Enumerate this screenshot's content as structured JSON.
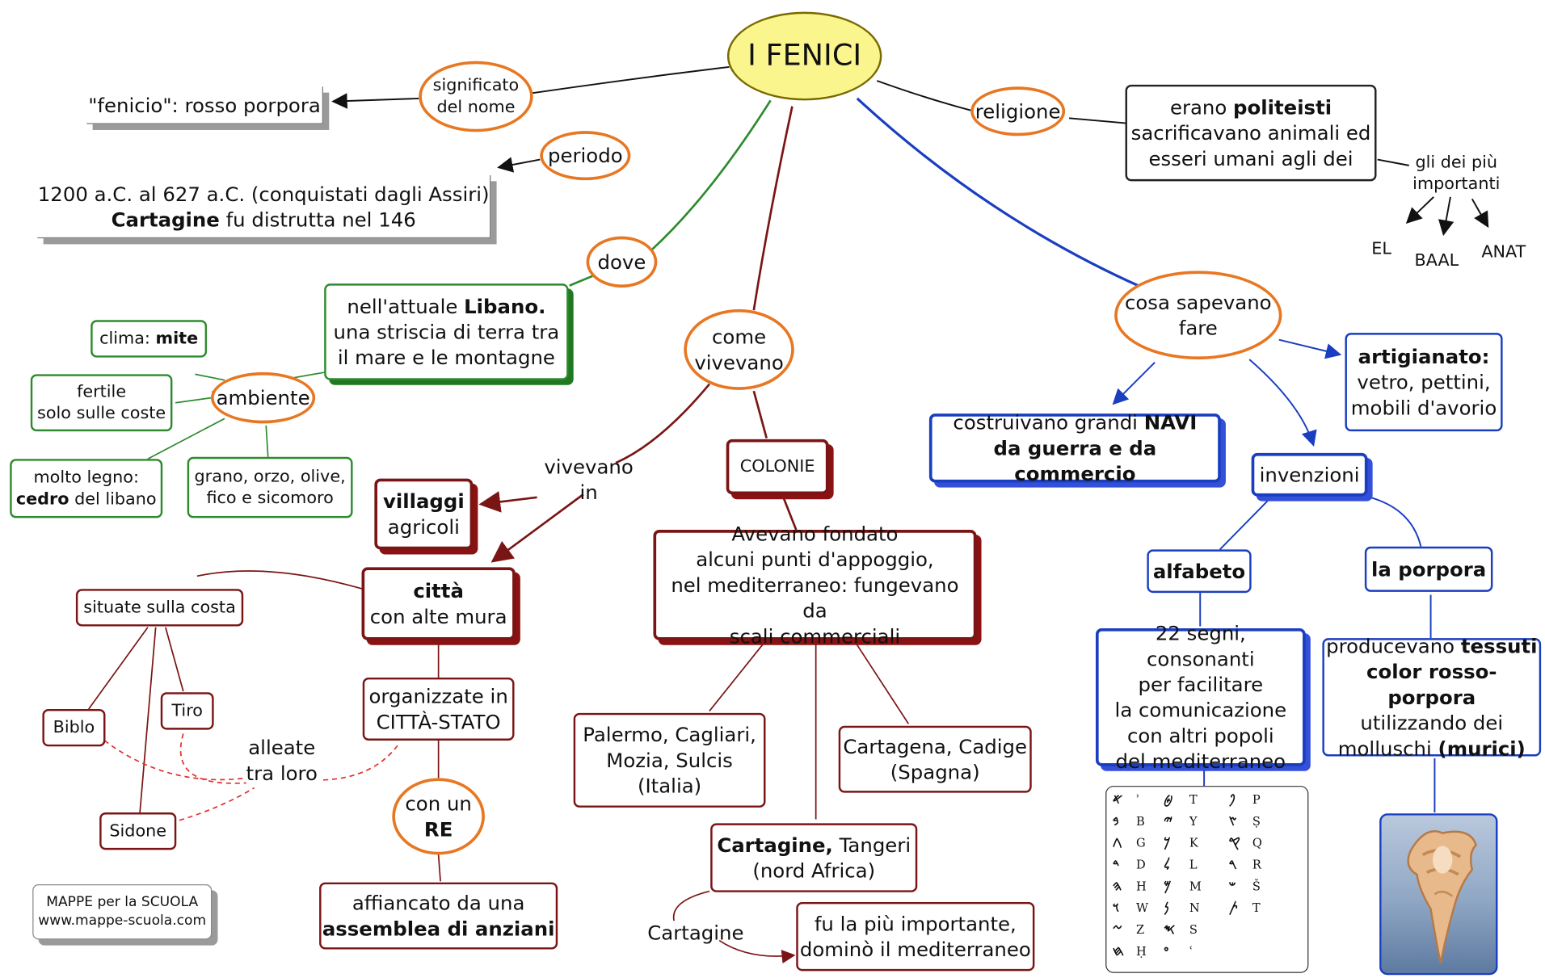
{
  "title": "I FENICI",
  "colors": {
    "title_fill": "#fbf58e",
    "oval_border": "#e87722",
    "red": "#7a1515",
    "green": "#2e8a2e",
    "blue": "#1a3ec0"
  },
  "branches": {
    "significato": {
      "label_1": "significato",
      "label_2": "del nome",
      "text": "\"fenicio\": rosso porpora"
    },
    "periodo": {
      "label": "periodo",
      "line_1": "1200 a.C.  al 627 a.C. (conquistati dagli Assiri)",
      "line_2_bold": "Cartagine",
      "line_2_rest": " fu distrutta nel 146"
    },
    "dove": {
      "label": "dove",
      "l1_pre": "nell'attuale ",
      "l1_bold": "Libano.",
      "l2": "una striscia di terra tra",
      "l3": "il mare e le montagne"
    },
    "ambiente": {
      "label": "ambiente",
      "clima_pre": "clima: ",
      "clima_bold": "mite",
      "fertile_1": "fertile",
      "fertile_2": "solo sulle coste",
      "legno_1": "molto legno:",
      "legno_bold": "cedro",
      "legno_rest": " del libano",
      "grano_1": "grano, orzo, olive,",
      "grano_2": "fico e sicomoro"
    },
    "religione": {
      "label": "religione",
      "l1_pre": "erano ",
      "l1_bold": "politeisti",
      "l2": "sacrificavano animali ed",
      "l3": "esseri umani agli dei",
      "dei_1": "gli dei più",
      "dei_2": "importanti",
      "gods": [
        "EL",
        "BAAL",
        "ANAT"
      ]
    },
    "come_vivevano": {
      "label_1": "come",
      "label_2": "vivevano",
      "vivevano_in": "vivevano in",
      "villaggi_bold": "villaggi",
      "villaggi_2": "agricoli",
      "citta_bold": "città",
      "citta_2": "con alte mura",
      "situate": "situate sulla costa",
      "cities": [
        "Biblo",
        "Tiro",
        "Sidone"
      ],
      "alleate_1": "alleate",
      "alleate_2": "tra loro",
      "organizzate_1": "organizzate in",
      "organizzate_2": "CITTÀ-STATO",
      "re_1": "con un",
      "re_bold": "RE",
      "assemblea_1": "affiancato da una",
      "assemblea_bold": "assemblea di anziani"
    },
    "colonie": {
      "label": "COLONIE",
      "desc": [
        "Avevano fondato",
        "alcuni punti d'appoggio,",
        "nel mediterraneo: fungevano da",
        "scali commerciali"
      ],
      "italia": [
        "Palermo, Cagliari,",
        "Mozia, Sulcis",
        "(Italia)"
      ],
      "spagna": [
        "Cartagena, Cadige",
        "(Spagna)"
      ],
      "africa_bold": "Cartagine,",
      "africa_rest": " Tangeri",
      "africa_2": "(nord Africa)",
      "cartagine": "Cartagine",
      "importante_1": "fu la più importante,",
      "importante_2": "dominò il mediterraneo"
    },
    "sapevano": {
      "label_1": "cosa sapevano",
      "label_2": "fare",
      "navi_1_pre": "costruivano grandi ",
      "navi_1_bold": "NAVI",
      "navi_2_bold": "da guerra e da commercio",
      "artigianato_bold": "artigianato:",
      "artigianato_2": "vetro, pettini,",
      "artigianato_3": "mobili d'avorio",
      "invenzioni": "invenzioni",
      "alfabeto": "alfabeto",
      "alfabeto_desc": [
        "22 segni, consonanti",
        "per facilitare",
        "la comunicazione",
        "con altri popoli",
        "del mediterraneo"
      ],
      "porpora": "la porpora",
      "porpora_1_pre": "producevano ",
      "porpora_1_bold": "tessuti",
      "porpora_2_bold": "color rosso-porpora",
      "porpora_3": "utilizzando dei",
      "porpora_4_pre": "molluschi ",
      "porpora_4_bold": "(murici)"
    }
  },
  "alphabet_table": [
    [
      "𐤀",
      "ʾ",
      "𐤈",
      "T",
      "𐤐",
      "P"
    ],
    [
      "𐤁",
      "B",
      "𐤉",
      "Y",
      "𐤑",
      "Ṣ"
    ],
    [
      "𐤂",
      "G",
      "𐤊",
      "K",
      "𐤒",
      "Q"
    ],
    [
      "𐤃",
      "D",
      "𐤋",
      "L",
      "𐤓",
      "R"
    ],
    [
      "𐤄",
      "H",
      "𐤌",
      "M",
      "𐤔",
      "Š"
    ],
    [
      "𐤅",
      "W",
      "𐤍",
      "N",
      "𐤕",
      "T"
    ],
    [
      "𐤆",
      "Z",
      "𐤎",
      "S",
      "",
      ""
    ],
    [
      "𐤇",
      "Ḥ",
      "𐤏",
      "ʿ",
      "",
      ""
    ]
  ],
  "footer": {
    "line_1": "MAPPE per la SCUOLA",
    "line_2": "www.mappe-scuola.com"
  }
}
